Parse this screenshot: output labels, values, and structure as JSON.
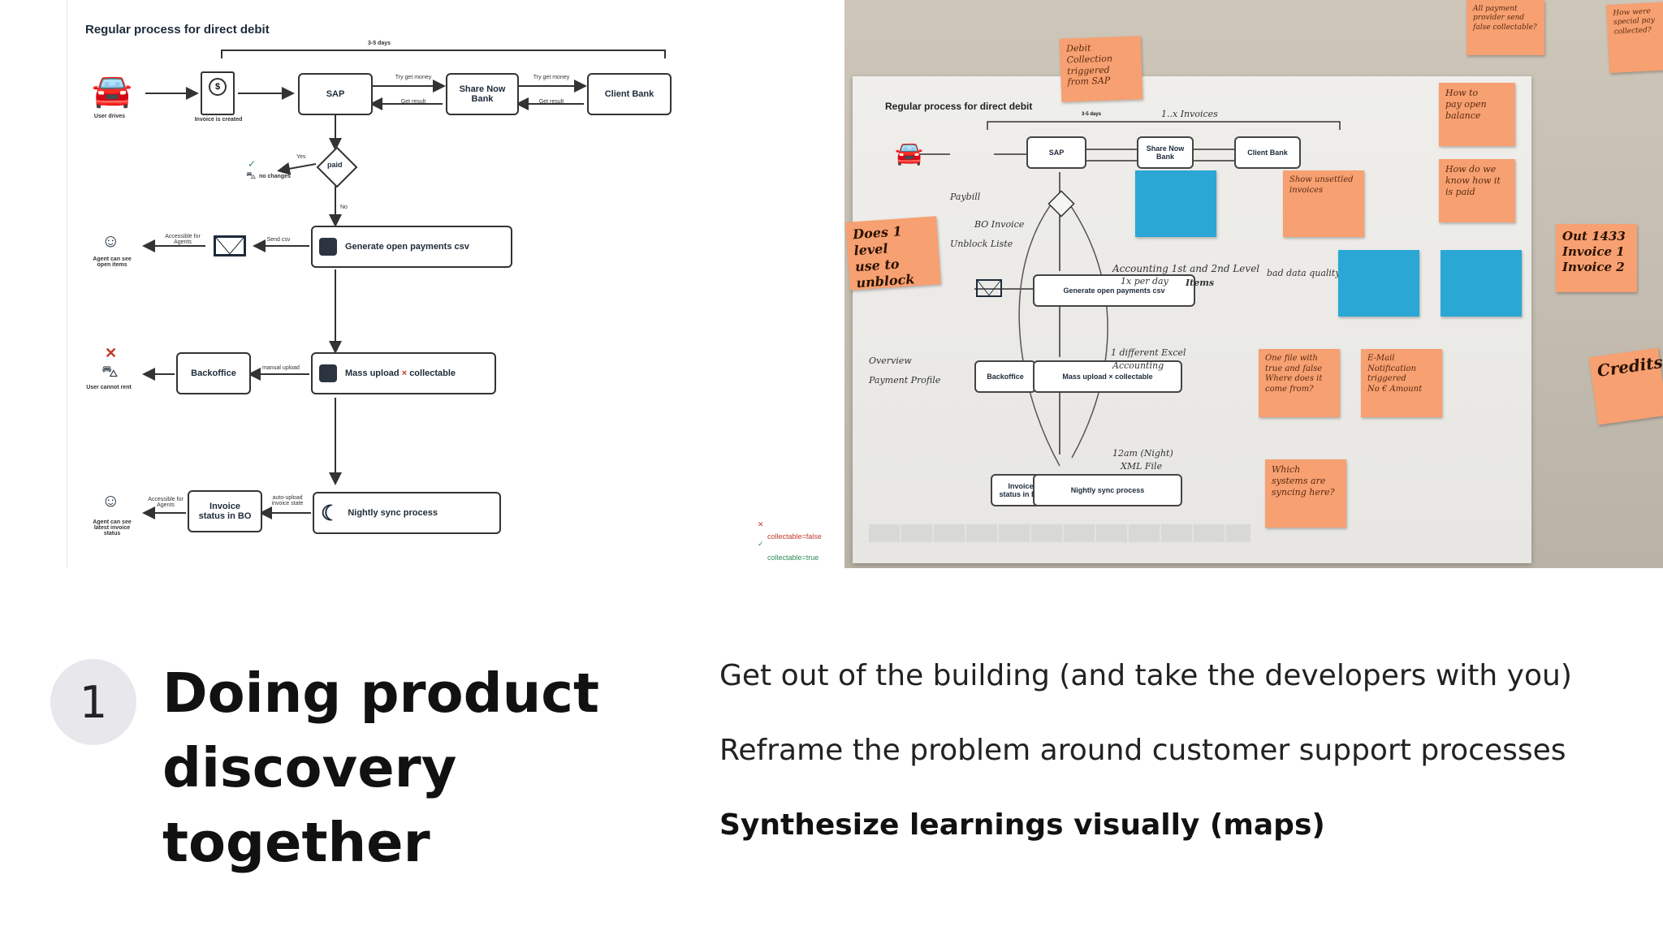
{
  "diagram": {
    "title": "Regular process for direct debit",
    "duration": "3-5 days",
    "nodes": {
      "user_drives": "User drives",
      "invoice_created": "Invoice is created",
      "sap": "SAP",
      "share_now_bank": "Share Now\nBank",
      "client_bank": "Client Bank",
      "paid": "paid",
      "no_changes": "no changes",
      "yes": "Yes",
      "no": "No",
      "try_get_money_1": "Try get money",
      "get_result_1": "Get result",
      "try_get_money_2": "Try get money",
      "get_result_2": "Get result",
      "generate_csv": "Generate open payments csv",
      "accessible_agents": "Accessible for Agents",
      "send_csv": "Send csv",
      "agent_open_items": "Agent can see open items",
      "backoffice": "Backoffice",
      "manual_upload": "manual upload",
      "mass_upload": "Mass upload",
      "mass_upload_x": "×",
      "collectable": "collectable",
      "user_cannot_rent": "User cannot rent",
      "invoice_status_bo": "Invoice\nstatus in BO",
      "auto_upload": "auto-upload invoice state",
      "nightly_sync": "Nightly sync process",
      "accessible_agents_2": "Accessible for Agents",
      "agent_latest_status": "Agent can see latest invoice status"
    },
    "legend": {
      "false_label": "collectable=false",
      "true_label": "collectable=true"
    }
  },
  "photo": {
    "sheet_title": "Regular process for direct debit",
    "duration": "3-5 days",
    "sap": "SAP",
    "share_now_bank": "Share Now\nBank",
    "client_bank": "Client Bank",
    "generate_csv": "Generate open payments csv",
    "mass_upload": "Mass upload × collectable",
    "backoffice": "Backoffice",
    "invoice_status_bo": "Invoice\nstatus in BO",
    "nightly_sync": "Nightly sync process",
    "stickies": {
      "debit_collection": "Debit\nCollection\ntriggered\nfrom SAP",
      "all_payment": "All payment\nprovider send\nfalse collectable?",
      "how_special": "How were\nspecial pay\ncollected?",
      "how_pay": "How to\npay open\nbalance",
      "how_know": "How do we\nknow how it\nis paid",
      "show_invoices": "Show unsettled\ninvoices",
      "does_level": "Does 1 level\nuse to unblock",
      "out": "Out 1433\nInvoice 1\nInvoice 2",
      "credits": "Credits",
      "one_file": "One file with\ntrue and false\nWhere does it\ncome from?",
      "email": "E-Mail\nNotification\ntriggered\nNo € Amount",
      "which_systems": "Which\nsystems are\nsyncing here?"
    },
    "notes": {
      "invoices": "1..x Invoices",
      "accounting": "Accounting 1st and 2nd Level",
      "per_day": "1x per day",
      "items": "Items",
      "excel": "1 different Excel",
      "accounting2": "Accounting",
      "time": "12am (Night)",
      "xml": "XML File",
      "bad_quality": "bad data quality",
      "overview": "Overview",
      "payment_profile": "Payment Profile",
      "unblock_list": "Unblock Liste",
      "bo_invoice": "BO Invoice",
      "paybill": "Paybill"
    }
  },
  "slide": {
    "step_number": "1",
    "heading": "Doing product discovery together",
    "bullets": [
      "Get out of the building (and take the developers with you)",
      "Reframe the problem around customer support processes",
      "Synthesize learnings visually (maps)"
    ]
  },
  "colors": {
    "sticky_orange": "#f7a071",
    "sticky_blue": "#2aa7d4",
    "diagram_navy": "#1d2b3a",
    "red_x": "#c0392b"
  }
}
